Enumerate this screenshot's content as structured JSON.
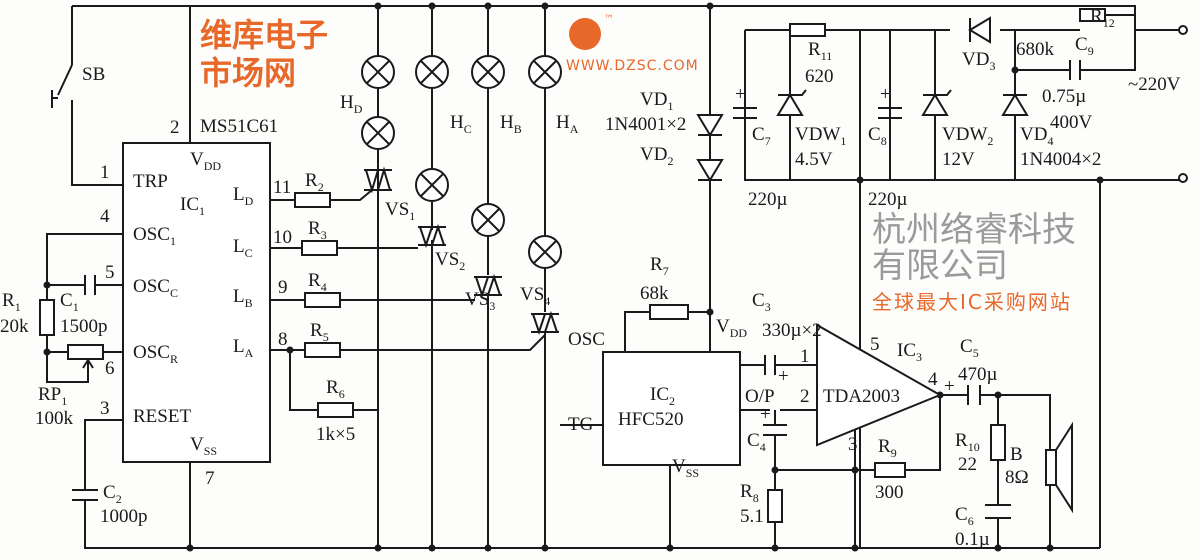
{
  "switch": {
    "label": "SB"
  },
  "ic1": {
    "label": "IC",
    "sub": "1",
    "part": "MS51C61",
    "pins": {
      "vdd": "V",
      "vdd_sub": "DD",
      "vss": "V",
      "vss_sub": "SS",
      "trp": "TRP",
      "osc1": "OSC",
      "osc1_sub": "1",
      "oscc": "OSC",
      "oscc_sub": "C",
      "oscr": "OSC",
      "oscr_sub": "R",
      "reset": "RESET",
      "ld": "L",
      "ld_sub": "D",
      "lc": "L",
      "lc_sub": "C",
      "lb": "L",
      "lb_sub": "B",
      "la": "L",
      "la_sub": "A"
    },
    "pin_numbers": [
      "1",
      "2",
      "3",
      "4",
      "5",
      "6",
      "7",
      "8",
      "9",
      "10",
      "11"
    ]
  },
  "components": {
    "R1": {
      "name": "R",
      "sub": "1",
      "value": "20k"
    },
    "C1": {
      "name": "C",
      "sub": "1",
      "value": "1500p"
    },
    "RP1": {
      "name": "RP",
      "sub": "1",
      "value": "100k"
    },
    "C2": {
      "name": "C",
      "sub": "2",
      "value": "1000p"
    },
    "R2": {
      "name": "R",
      "sub": "2"
    },
    "R3": {
      "name": "R",
      "sub": "3"
    },
    "R4": {
      "name": "R",
      "sub": "4"
    },
    "R5": {
      "name": "R",
      "sub": "5"
    },
    "R6": {
      "name": "R",
      "sub": "6",
      "value": "1k×5"
    },
    "HD": {
      "name": "H",
      "sub": "D"
    },
    "HC": {
      "name": "H",
      "sub": "C"
    },
    "HB": {
      "name": "H",
      "sub": "B"
    },
    "HA": {
      "name": "H",
      "sub": "A"
    },
    "VS1": {
      "name": "VS",
      "sub": "1"
    },
    "VS2": {
      "name": "VS",
      "sub": "2"
    },
    "VS3": {
      "name": "VS",
      "sub": "3"
    },
    "VS4": {
      "name": "VS",
      "sub": "4"
    },
    "VD1": {
      "name": "VD",
      "sub": "1",
      "value": "1N4001×2"
    },
    "VD2": {
      "name": "VD",
      "sub": "2"
    },
    "C7": {
      "name": "C",
      "sub": "7",
      "value": "220µ"
    },
    "VDW1": {
      "name": "VDW",
      "sub": "1",
      "value": "4.5V"
    },
    "R11": {
      "name": "R",
      "sub": "11",
      "value": "620"
    },
    "C8": {
      "name": "C",
      "sub": "8",
      "value": "220µ"
    },
    "VDW2": {
      "name": "VDW",
      "sub": "2",
      "value": "12V"
    },
    "VD3": {
      "name": "VD",
      "sub": "3"
    },
    "VD4": {
      "name": "VD",
      "sub": "4",
      "value": "1N4004×2"
    },
    "R12": {
      "name": "R",
      "sub": "12",
      "value": "680k"
    },
    "C9": {
      "name": "C",
      "sub": "9",
      "value": "0.75µ",
      "rating": "400V"
    },
    "R7": {
      "name": "R",
      "sub": "7",
      "value": "68k"
    },
    "C3": {
      "name": "C",
      "sub": "3",
      "value": "330µ×2"
    },
    "C4": {
      "name": "C",
      "sub": "4"
    },
    "R8": {
      "name": "R",
      "sub": "8",
      "value": "5.1"
    },
    "R9": {
      "name": "R",
      "sub": "9",
      "value": "300"
    },
    "C5": {
      "name": "C",
      "sub": "5",
      "value": "470µ"
    },
    "R10": {
      "name": "R",
      "sub": "10",
      "value": "22"
    },
    "C6": {
      "name": "C",
      "sub": "6",
      "value": "0.1µ"
    },
    "B": {
      "name": "B",
      "value": "8Ω"
    }
  },
  "ic2": {
    "label": "IC",
    "sub": "2",
    "part": "HFC520",
    "osc": "OSC",
    "vdd": "V",
    "vdd_sub": "DD",
    "vss": "V",
    "vss_sub": "SS",
    "tg": "TG",
    "op": "O/P"
  },
  "ic3": {
    "label": "IC",
    "sub": "3",
    "part": "TDA2003",
    "pins": [
      "1",
      "2",
      "3",
      "4",
      "5"
    ]
  },
  "supply": {
    "label": "~220V"
  },
  "watermark": {
    "line1": "杭州络睿科技有限公司",
    "brand": "维库电子市场网",
    "url": "WWW.DZSC.COM",
    "line2": "全球最大IC采购网站",
    "tm": "™"
  }
}
